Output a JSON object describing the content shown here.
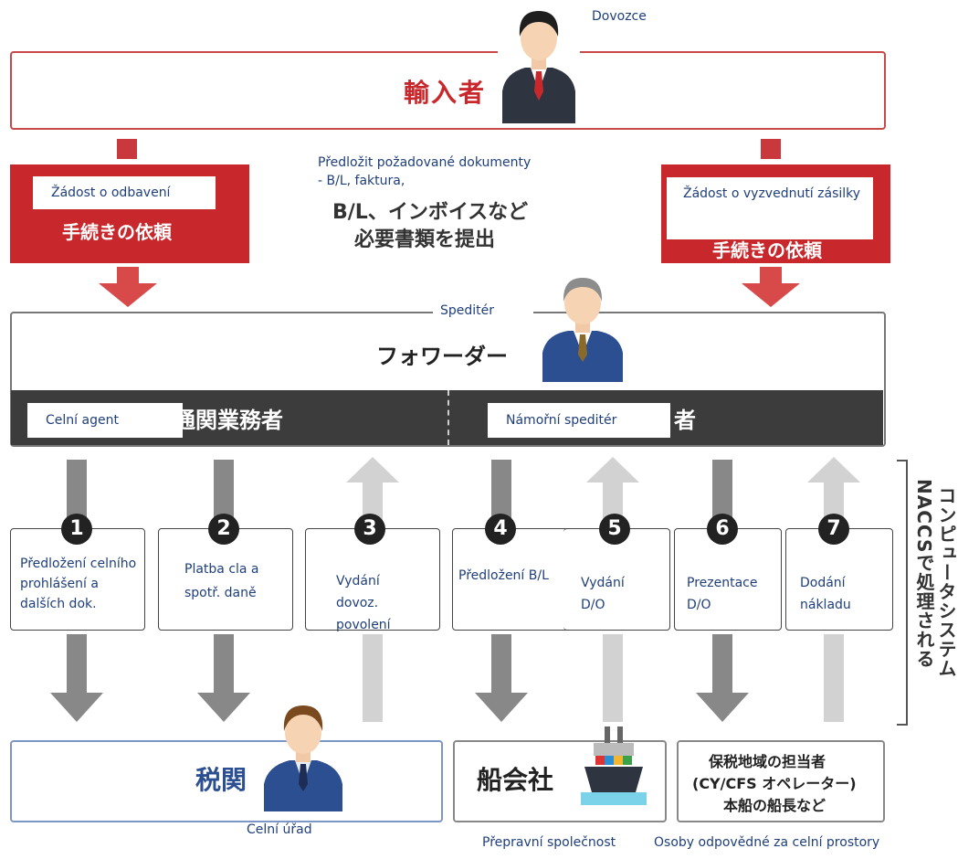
{
  "importer": {
    "label_cz": "Dovozce",
    "label_jp": "輸入者"
  },
  "request_left": {
    "label_cz": "Žádost o odbavení",
    "label_jp": "手続きの依頼"
  },
  "center_note": {
    "label_cz": "Předložit požadované dokumenty - B/L, faktura,",
    "label_jp_line1": "B/L、インボイスなど",
    "label_jp_line2": "必要書類を提出"
  },
  "request_right": {
    "label_cz": "Žádost o vyzvednutí zásilky",
    "label_jp": "手続きの依頼"
  },
  "forwarder": {
    "label_cz": "Speditér",
    "label_jp": "フォワーダー"
  },
  "forwarder_bar": {
    "left_cz": "Celní agent",
    "left_jp": "通関業務者",
    "right_cz": "Námořní speditér",
    "right_jp": "者"
  },
  "steps": [
    {
      "num": "1",
      "text": "Předložení celního prohlášení a dalších dok.",
      "direction": "down"
    },
    {
      "num": "2",
      "text": "Platba cla a spotř. daně",
      "direction": "down"
    },
    {
      "num": "3",
      "text": "Vydání dovoz. povolení",
      "direction": "up"
    },
    {
      "num": "4",
      "text": "Předložení B/L",
      "direction": "down"
    },
    {
      "num": "5",
      "text": "Vydání D/O",
      "direction": "up"
    },
    {
      "num": "6",
      "text": "Prezentace D/O",
      "direction": "down"
    },
    {
      "num": "7",
      "text": "Dodání nákladu",
      "direction": "up"
    }
  ],
  "naccs": {
    "line1": "コンピュータシステム",
    "line2": "NACCSで処理される"
  },
  "customs": {
    "label_jp": "税関",
    "label_cz": "Celní úřad"
  },
  "shipping": {
    "label_jp": "船会社",
    "label_cz": "Přepravní společnost"
  },
  "bonded": {
    "line1": "保税地域の担当者",
    "line2": "(CY/CFS オペレーター)",
    "line3": "本船の船長など",
    "label_cz": "Osoby odpovědné za celní prostory"
  },
  "colors": {
    "red": "#c8282c",
    "dark_bar": "#3c3c3c",
    "arrow_dark": "#888888",
    "arrow_light": "#d2d2d2",
    "customs_blue": "#2c4f92"
  }
}
